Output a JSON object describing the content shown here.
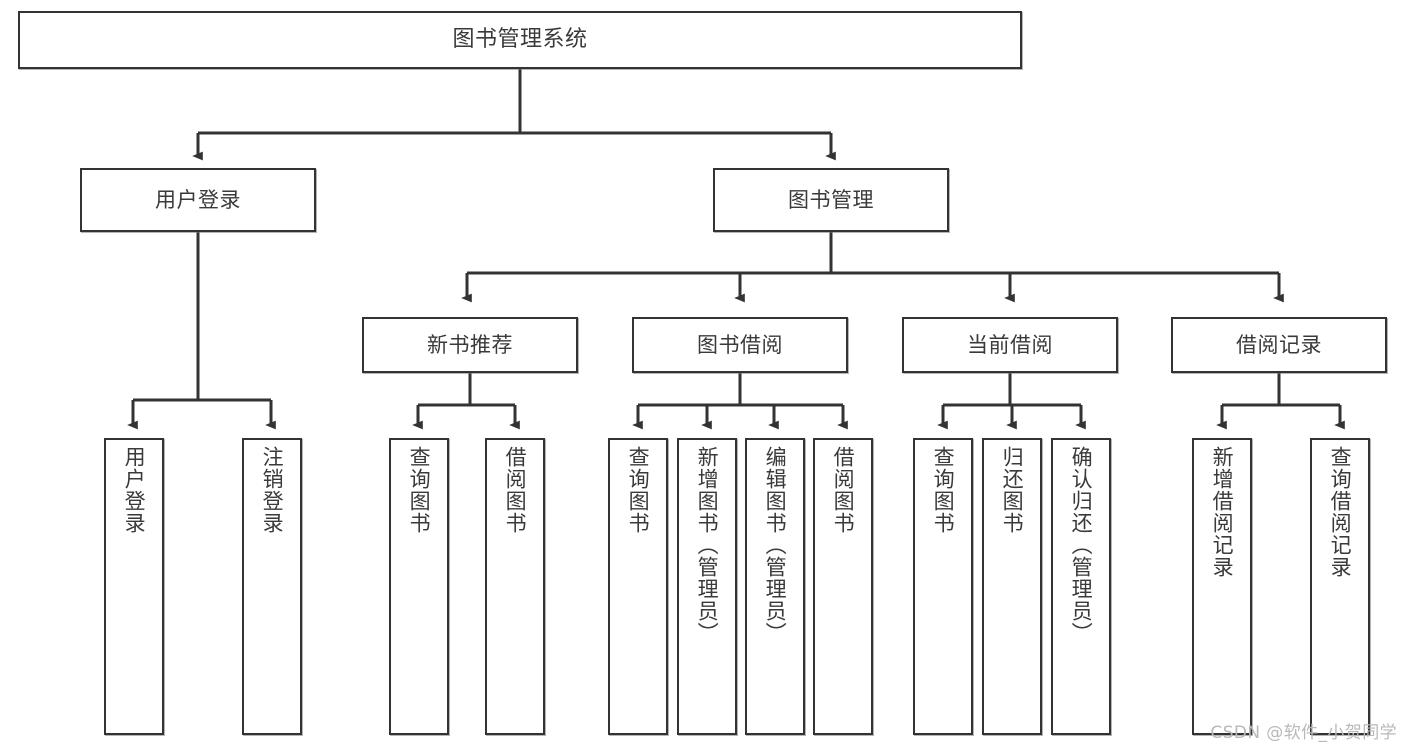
{
  "diagram": {
    "title": "图书管理系统",
    "type": "tree-hierarchy-chart",
    "watermark": "CSDN @软件_小贺同学",
    "colors": {
      "node_border": "#333333",
      "node_fill": "#ffffff",
      "text": "#3a3a3a",
      "connector": "#333333",
      "watermark": "#b9b9b9",
      "background": "#ffffff"
    },
    "nodes": {
      "root": {
        "label": "图书管理系统"
      },
      "level1": [
        {
          "label": "用户登录"
        },
        {
          "label": "图书管理"
        }
      ],
      "level2": [
        {
          "label": "新书推荐"
        },
        {
          "label": "图书借阅"
        },
        {
          "label": "当前借阅"
        },
        {
          "label": "借阅记录"
        }
      ],
      "leaves_user_login": [
        {
          "label": "用户登录"
        },
        {
          "label": "注销登录"
        }
      ],
      "leaves_new_book": [
        {
          "label": "查询图书"
        },
        {
          "label": "借阅图书"
        }
      ],
      "leaves_borrow": [
        {
          "label": "查询图书"
        },
        {
          "label": "新增图书（管理员）"
        },
        {
          "label": "编辑图书（管理员）"
        },
        {
          "label": "借阅图书"
        }
      ],
      "leaves_current": [
        {
          "label": "查询图书"
        },
        {
          "label": "归还图书"
        },
        {
          "label": "确认归还（管理员）"
        }
      ],
      "leaves_records": [
        {
          "label": "新增借阅记录"
        },
        {
          "label": "查询借阅记录"
        }
      ]
    }
  }
}
